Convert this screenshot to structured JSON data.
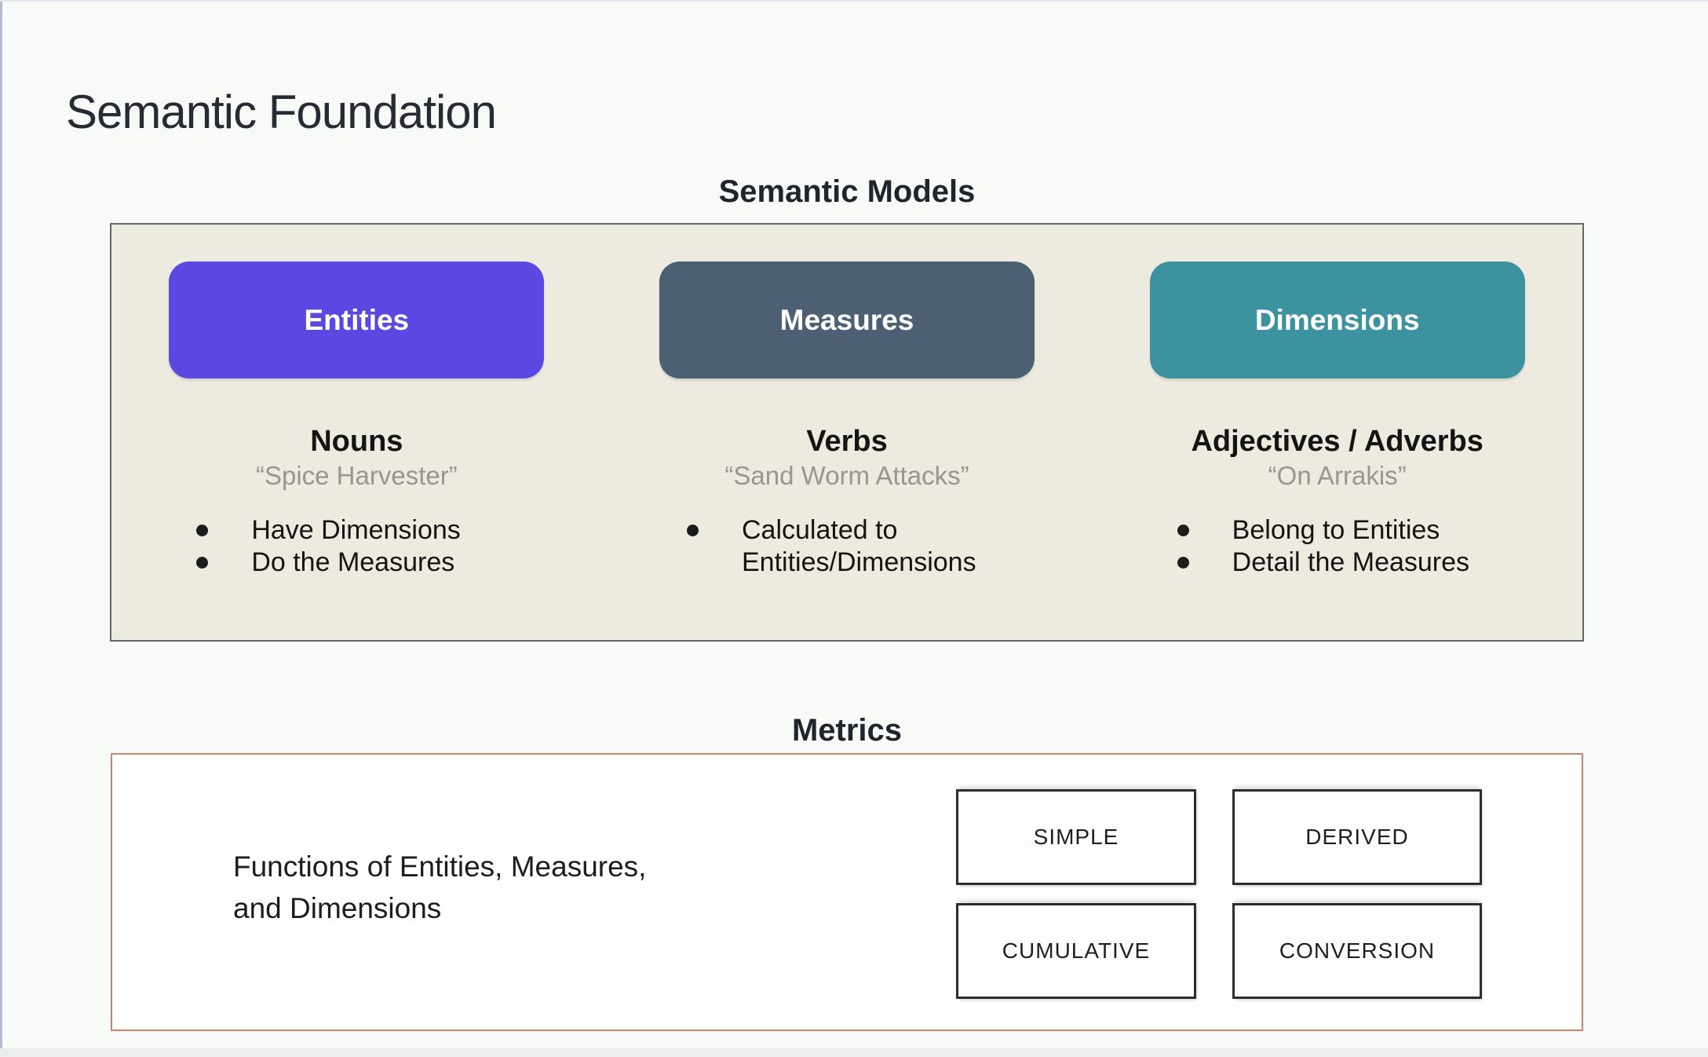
{
  "page": {
    "title": "Semantic Foundation",
    "background_color": "#f8faf7"
  },
  "semantic_models": {
    "heading": "Semantic Models",
    "panel_background": "#edebdf",
    "panel_border_color": "#5f6672",
    "columns": [
      {
        "label": "Entities",
        "color": "#5b48e0",
        "part_of_speech": "Nouns",
        "example": "“Spice Harvester”",
        "bullets": [
          "Have Dimensions",
          "Do the Measures"
        ]
      },
      {
        "label": "Measures",
        "color": "#4d5f73",
        "part_of_speech": "Verbs",
        "example": "“Sand Worm Attacks”",
        "bullets": [
          "Calculated to Entities/Dimensions"
        ]
      },
      {
        "label": "Dimensions",
        "color": "#3d929f",
        "part_of_speech": "Adjectives / Adverbs",
        "example": "“On Arrakis”",
        "bullets": [
          "Belong to Entities",
          "Detail the Measures"
        ]
      }
    ]
  },
  "metrics": {
    "heading": "Metrics",
    "description": "Functions of Entities, Measures,\nand Dimensions",
    "border_color": "#c9826b",
    "types": [
      "SIMPLE",
      "DERIVED",
      "CUMULATIVE",
      "CONVERSION"
    ]
  }
}
